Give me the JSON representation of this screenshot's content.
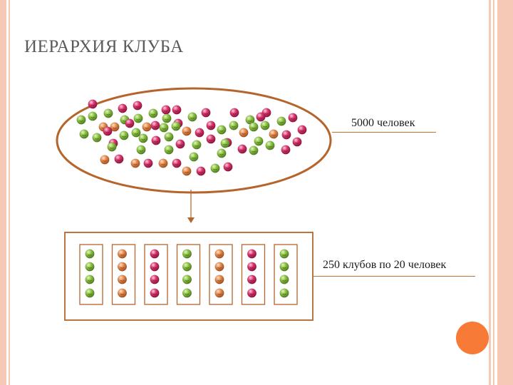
{
  "title": "ИЕРАРХИЯ КЛУБА",
  "labels": {
    "members": "5000 человек",
    "clubs": "250 клубов по 20 человек"
  },
  "colors": {
    "border": "#f6c9b6",
    "outline": "#b5652c",
    "accent": "#f77a36",
    "ball_green": "#7fb539",
    "ball_pink": "#d92e6a",
    "ball_orange": "#e4874a"
  },
  "boxes": [
    [
      "green",
      "green",
      "green",
      "green"
    ],
    [
      "orange",
      "orange",
      "orange",
      "orange"
    ],
    [
      "pink",
      "pink",
      "pink",
      "pink"
    ],
    [
      "green",
      "green",
      "green",
      "green"
    ],
    [
      "orange",
      "orange",
      "orange",
      "orange"
    ],
    [
      "pink",
      "pink",
      "pink",
      "pink"
    ],
    [
      "green",
      "green",
      "green",
      "green"
    ]
  ]
}
